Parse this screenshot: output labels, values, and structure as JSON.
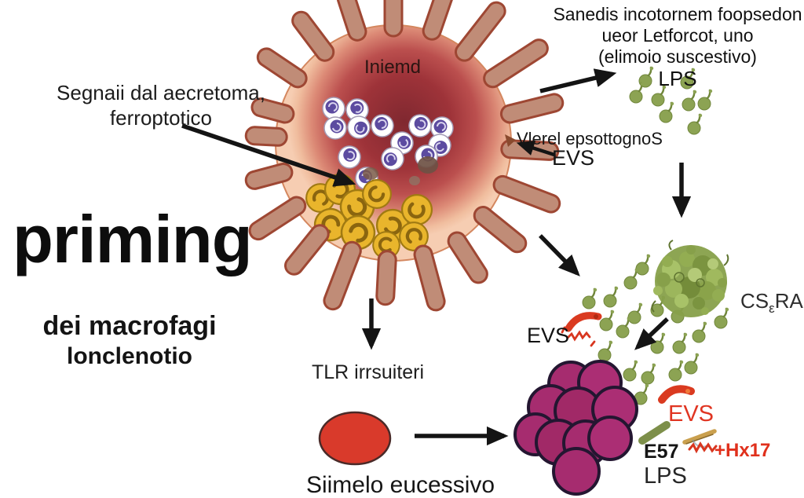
{
  "labels": {
    "big_title": "priming",
    "subtitle": {
      "line1": "dei macrofagi",
      "line2": "lonclenotio"
    },
    "left_note": {
      "line1": "Segnaii dal aecretoma,",
      "line2": "ferroptotico"
    },
    "cell_interior": "Iniemd",
    "top_right_note": {
      "line1": "Sanedis incotornem foopsedon",
      "line2": "ueor Letforcot, uno",
      "line3": "(elimoio suscestivo)",
      "line4": "LPS"
    },
    "ev_release": {
      "line1": "Vlerel epsottognoS",
      "line2": "EVS"
    },
    "ev_mid": "EVS",
    "receptor": {
      "prefix": "CS",
      "sub": "ε",
      "suffix": "RA"
    },
    "tlr": "TLR irrsuiteri",
    "ev_red": "EVS",
    "e57": "E57",
    "hx17": "+Hx17",
    "lps_bottom": "LPS",
    "stimulus": "Siimelo eucessivo"
  },
  "colors": {
    "accent_red": "#d93a2b",
    "lps_green": "#8ca353",
    "cluster_magenta": "#a62c6f",
    "cell_body_peach": "#f6cdb2",
    "cell_core_red": "#802830",
    "villus_brown": "#c08c77",
    "arrow_black": "#141414",
    "yellow_droplet": "#e9b52c",
    "vesicle_purple": "#5c4ba0"
  },
  "icons": {
    "macrophage": "macrophage-cell-icon",
    "lps_particle": "lps-particle-icon",
    "ev_cluster": "ev-cluster-icon",
    "red_rod": "red-ev-rod-icon",
    "arrow": "flow-arrow-icon"
  }
}
